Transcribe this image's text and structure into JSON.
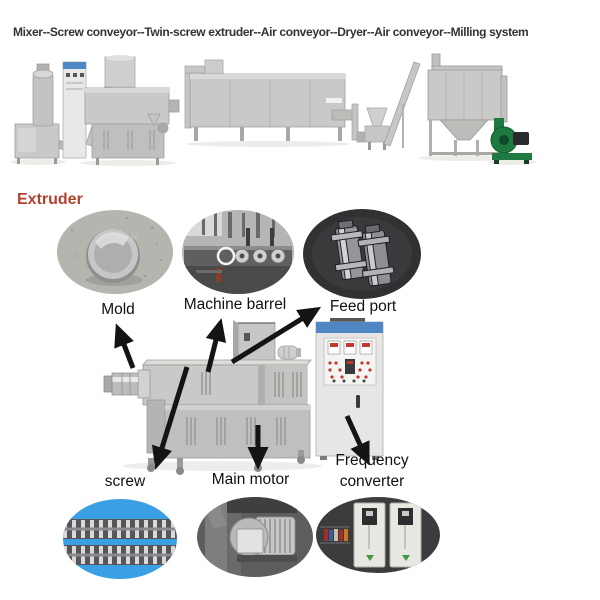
{
  "title": "Mixer--Screw conveyor--Twin-screw extruder--Air conveyor--Dryer--Air conveyor--Milling system",
  "section": {
    "heading": "Extruder"
  },
  "colors": {
    "heading_red": "#b2412e",
    "screw_circle_blue": "#3b9fe3",
    "cabinet_blue": "#4f86c4",
    "fan_green": "#1e7a40",
    "arrow_black": "#141414"
  },
  "extruder_diagram": {
    "top_parts": [
      {
        "label": "Mold",
        "image": "steel-die-photo"
      },
      {
        "label": "Machine barrel",
        "image": "barrel-machinery-photo"
      },
      {
        "label": "Feed port",
        "image": "feed-port-photo"
      }
    ],
    "bottom_parts": [
      {
        "label": "screw",
        "image": "twin-screws-on-blue-photo"
      },
      {
        "label": "Main motor",
        "image": "electric-motor-photo"
      },
      {
        "label": "Frequency converter",
        "image": "inverter-units-photo"
      }
    ]
  }
}
